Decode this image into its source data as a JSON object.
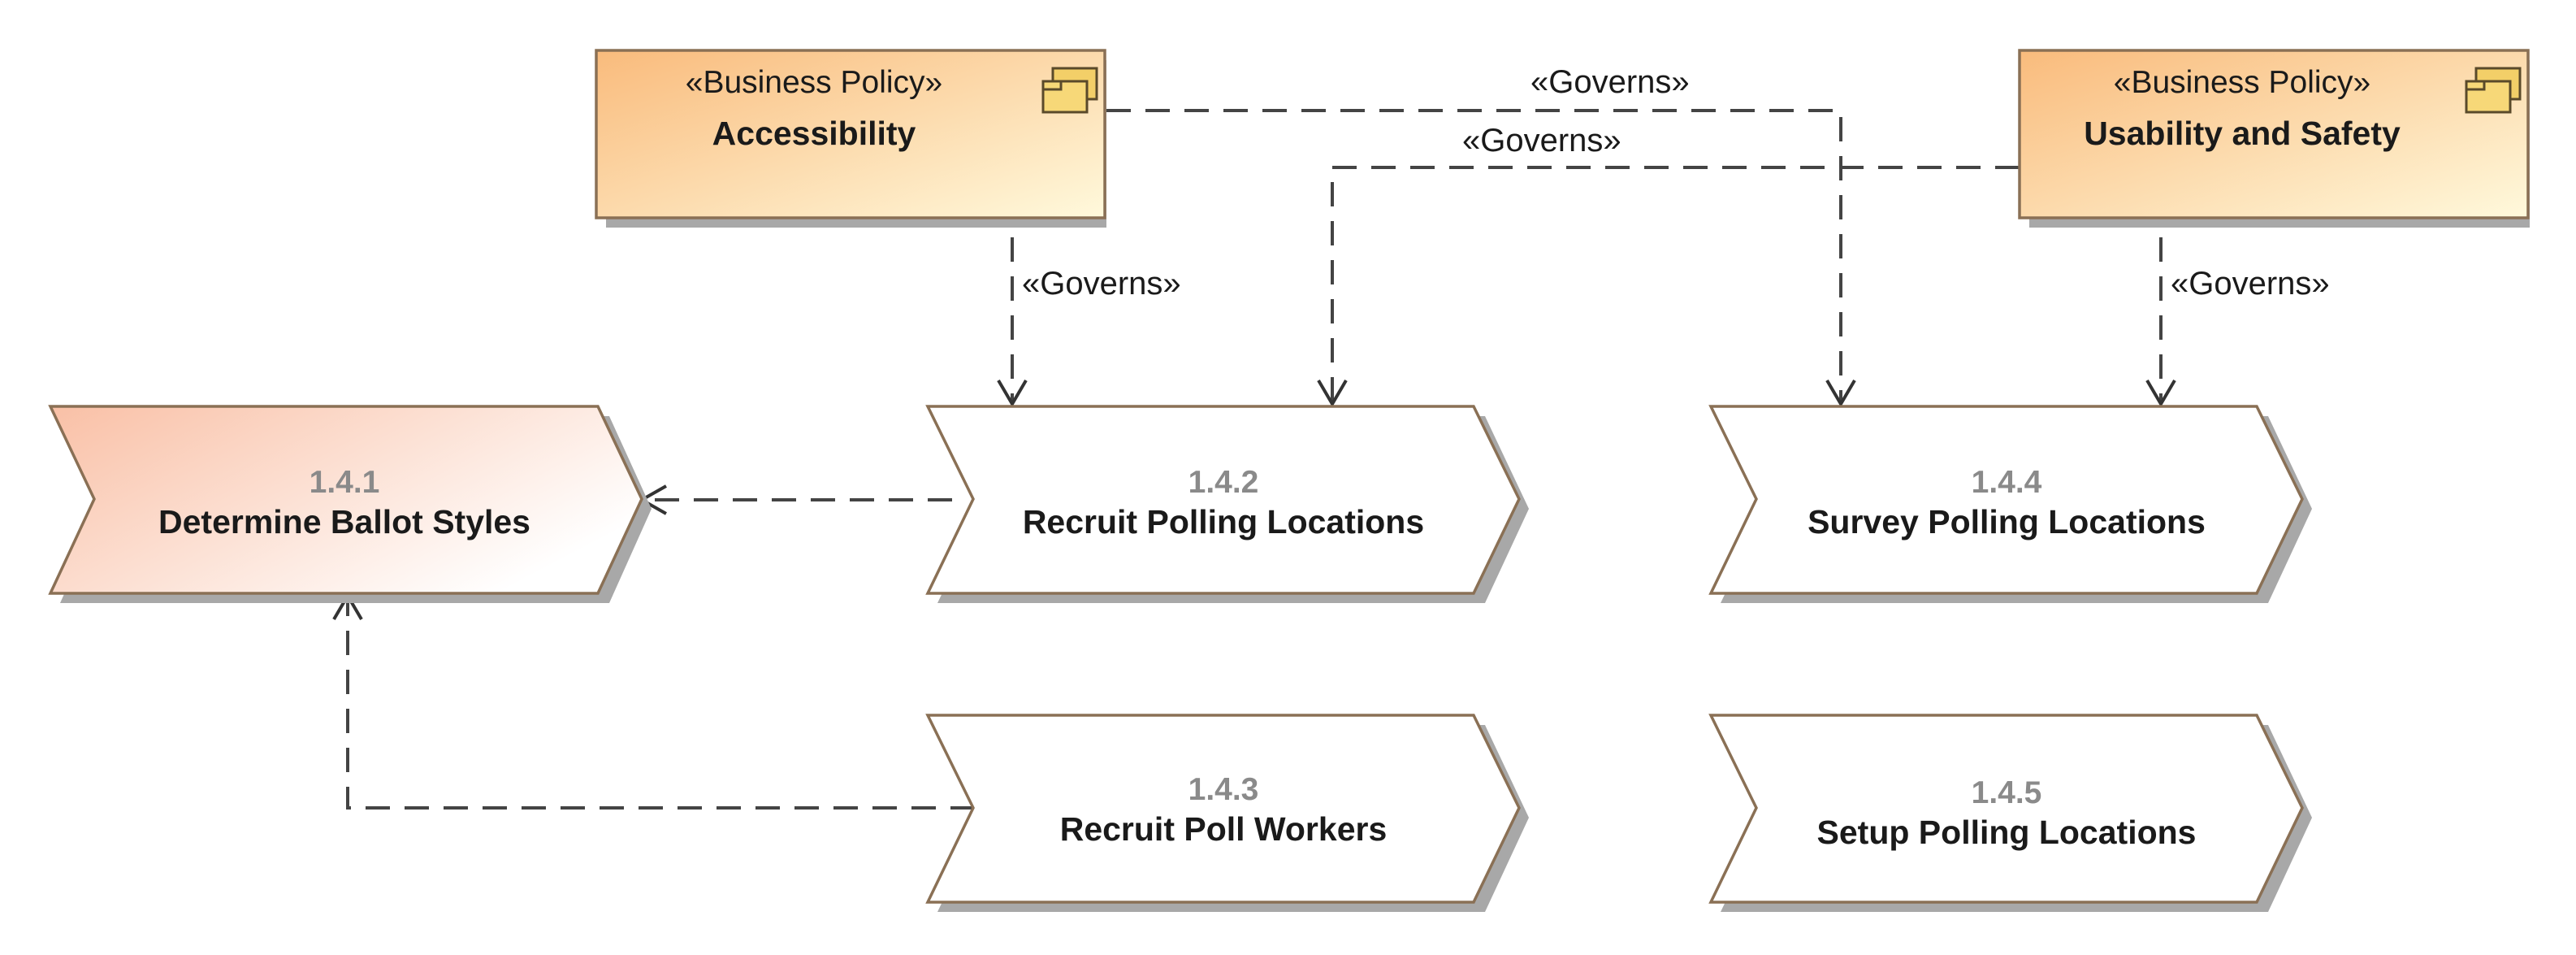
{
  "policies": [
    {
      "stereotype": "«Business Policy»",
      "name": "Accessibility"
    },
    {
      "stereotype": "«Business Policy»",
      "name": "Usability and Safety"
    }
  ],
  "processes": [
    {
      "number": "1.4.1",
      "title": "Determine Ballot Styles"
    },
    {
      "number": "1.4.2",
      "title": "Recruit Polling Locations"
    },
    {
      "number": "1.4.3",
      "title": "Recruit Poll Workers"
    },
    {
      "number": "1.4.4",
      "title": "Survey Polling Locations"
    },
    {
      "number": "1.4.5",
      "title": "Setup Polling Locations"
    }
  ],
  "relations": {
    "governs_1": "«Governs»",
    "governs_2": "«Governs»",
    "governs_3": "«Governs»",
    "governs_4": "«Governs»"
  },
  "colors": {
    "policy_fill_start": "#f9bf84",
    "policy_fill_end": "#fff8d8",
    "highlight_fill_start": "#fac6ae",
    "highlight_fill_end": "#ffffff",
    "process_fill": "#ffffff",
    "border": "#8a7055"
  },
  "icons": [
    "package-icon"
  ]
}
